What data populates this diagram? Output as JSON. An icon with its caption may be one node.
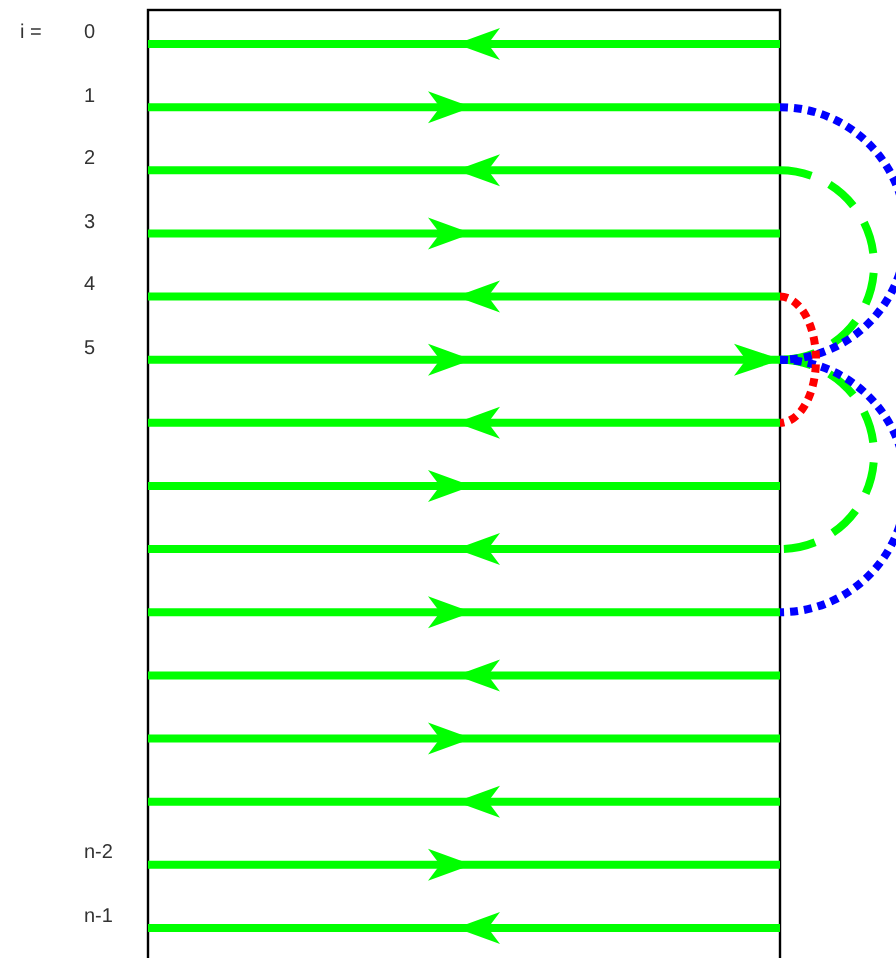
{
  "diagram": {
    "labels": [
      "i =",
      "0",
      "1",
      "2",
      "3",
      "4",
      "5",
      "n-2",
      "n-1"
    ]
  }
}
